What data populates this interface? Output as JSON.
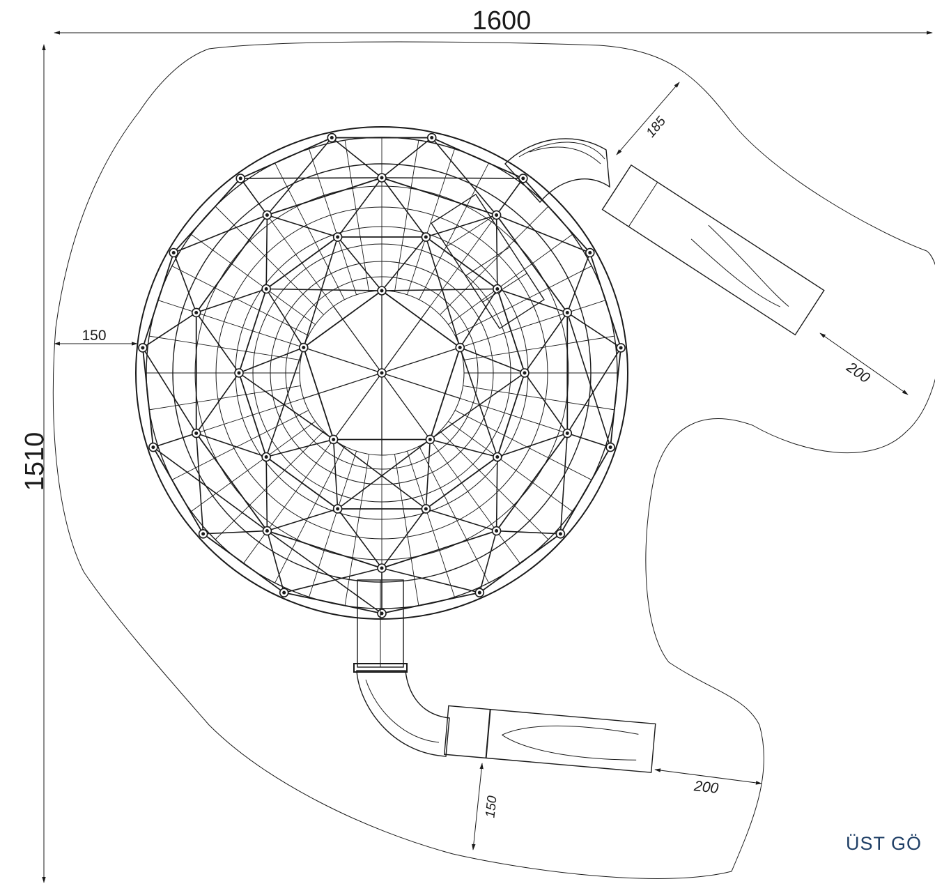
{
  "dimensions": {
    "overall_width": "1600",
    "overall_height": "1510",
    "left_clearance": "150",
    "slide1_side_clearance": "185",
    "slide1_end_clearance": "200",
    "slide2_end_clearance": "200",
    "slide2_side_clearance": "150"
  },
  "view_title": "ÜST GÖ",
  "colors": {
    "line": "#1a1a1a",
    "title": "#1f3f66"
  }
}
